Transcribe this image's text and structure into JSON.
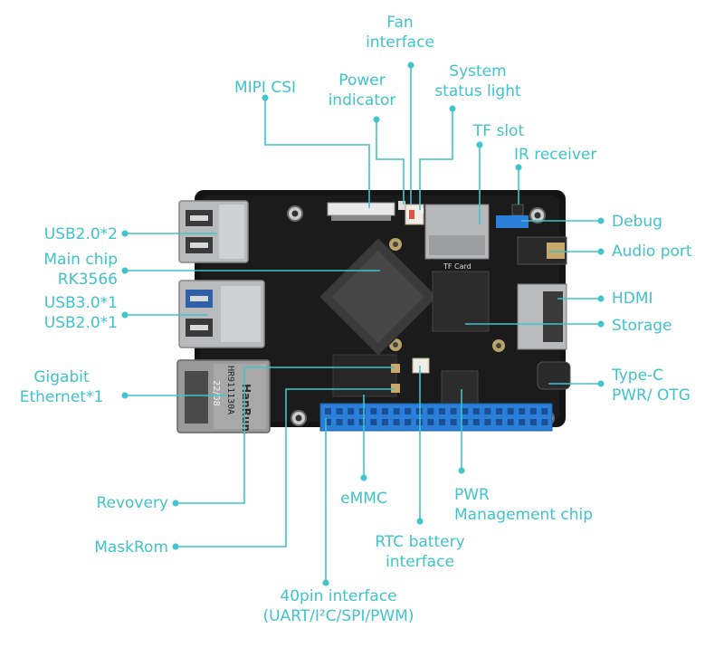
{
  "colors": {
    "accent": "#3fc3cc",
    "board": "#141414",
    "pin_header": "#2c7fd8",
    "usb_metal": "#b9babc",
    "ethernet": "#9a9a9a"
  },
  "labels": {
    "fan": [
      "Fan",
      "interface"
    ],
    "mipi": "MIPI CSI",
    "power_indicator": [
      "Power",
      "indicator"
    ],
    "system_status": [
      "System",
      "status light"
    ],
    "tf_slot": "TF slot",
    "ir_receiver": "IR receiver",
    "debug": "Debug",
    "audio": "Audio port",
    "hdmi": "HDMI",
    "storage": "Storage",
    "typec": [
      "Type-C",
      "PWR/ OTG"
    ],
    "usb20x2": "USB2.0*2",
    "main_chip": [
      "Main chip",
      "RK3566"
    ],
    "usb30": [
      "USB3.0*1",
      "USB2.0*1"
    ],
    "ethernet": [
      "Gigabit",
      "Ethernet*1"
    ],
    "revovery": "Revovery",
    "maskrom": "MaskRom",
    "emmc": "eMMC",
    "pwr_chip": [
      "PWR",
      "Management chip"
    ],
    "rtc": [
      "RTC battery",
      "interface"
    ],
    "pin40": [
      "40pin interface",
      "(UART/I²C/SPI/PWM)"
    ]
  },
  "board_print": {
    "brand": "HanRun",
    "part": "HR911130A",
    "date": "22/08",
    "tf_card": "TF Card"
  }
}
